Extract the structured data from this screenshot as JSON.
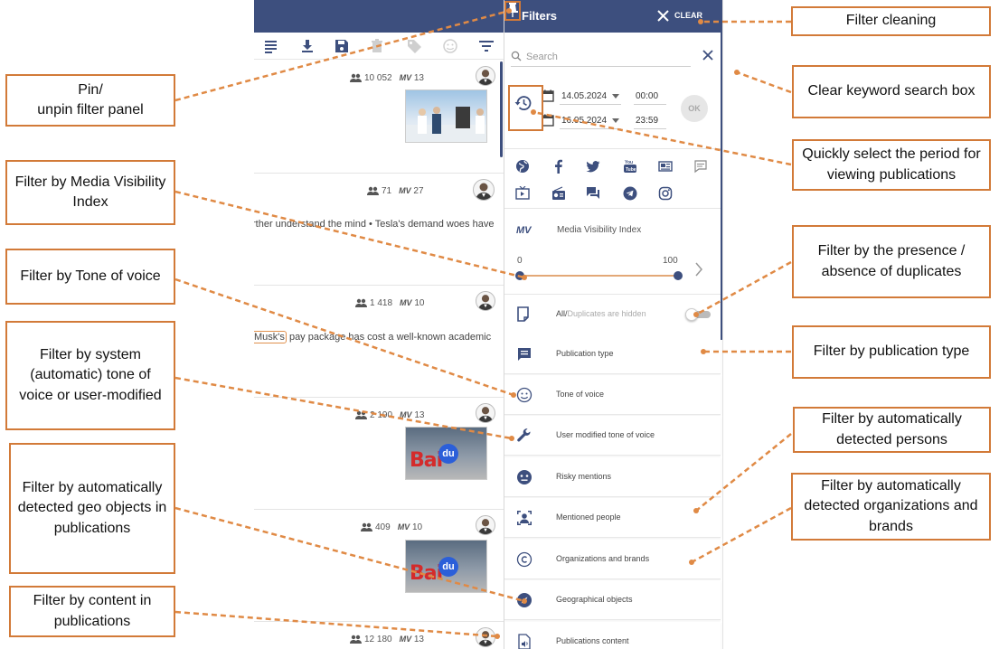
{
  "feed": {
    "items": [
      {
        "audience": "10 052",
        "mv_label": "MV",
        "mv_value": "13",
        "snippet": ""
      },
      {
        "audience": "71",
        "mv_label": "MV",
        "mv_value": "27",
        "snippet": "rther understand the mind • Tesla's demand woes have"
      },
      {
        "audience": "1 418",
        "mv_label": "MV",
        "mv_value": "10",
        "snippet_highlight": "Musk's",
        "snippet_rest": " pay package has cost a well-known academic"
      },
      {
        "audience": "2 190",
        "mv_label": "MV",
        "mv_value": "13",
        "snippet": ""
      },
      {
        "audience": "409",
        "mv_label": "MV",
        "mv_value": "10",
        "snippet": ""
      },
      {
        "audience": "12 180",
        "mv_label": "MV",
        "mv_value": "13",
        "snippet": ""
      }
    ],
    "thumb_brand": "Bai",
    "thumb_brand_du": "du"
  },
  "panel": {
    "title": "Filters",
    "clear_label": "CLEAR",
    "search_placeholder": "Search",
    "date_from": "14.05.2024",
    "time_from": "00:00",
    "date_to": "16.05.2024",
    "time_to": "23:59",
    "ok_label": "OK",
    "mv": {
      "logo": "MV",
      "title": "Media Visibility Index",
      "min": "0",
      "max": "100",
      "low": 0,
      "high": 100
    },
    "duplicates": {
      "all_label": "All/",
      "hidden_label": "Duplicates are hidden",
      "on": false
    },
    "filters": [
      {
        "label": "Publication type",
        "icon": "message-icon"
      },
      {
        "label": "Tone of voice",
        "icon": "smiley-icon"
      },
      {
        "label": "User modified tone of voice",
        "icon": "wrench-icon"
      },
      {
        "label": "Risky mentions",
        "icon": "risk-face-icon"
      },
      {
        "label": "Mentioned people",
        "icon": "person-icon"
      },
      {
        "label": "Organizations and brands",
        "icon": "copyright-icon"
      },
      {
        "label": "Geographical objects",
        "icon": "compass-icon"
      },
      {
        "label": "Publications content",
        "icon": "document-audio-icon"
      }
    ]
  },
  "callouts": {
    "pin": "Pin/\nunpin filter panel",
    "mv": "Filter by Media Visibility Index",
    "tone": "Filter by Tone of voice",
    "system_tone": "Filter by system (automatic) tone of voice or user-modified",
    "geo": "Filter by automatically detected geo objects in publications",
    "content": "Filter by content in publications",
    "clean": "Filter cleaning",
    "clear_search": "Clear keyword search box",
    "period": "Quickly select the period for viewing publications",
    "duplicates": "Filter by the presence / absence of duplicates",
    "pub_type": "Filter by publication type",
    "persons": "Filter by automatically detected persons",
    "orgs": "Filter by automatically detected organizations and brands"
  },
  "colors": {
    "header": "#3d4f7e",
    "callout_border": "#d27a38",
    "slider_track": "#e3a877"
  }
}
